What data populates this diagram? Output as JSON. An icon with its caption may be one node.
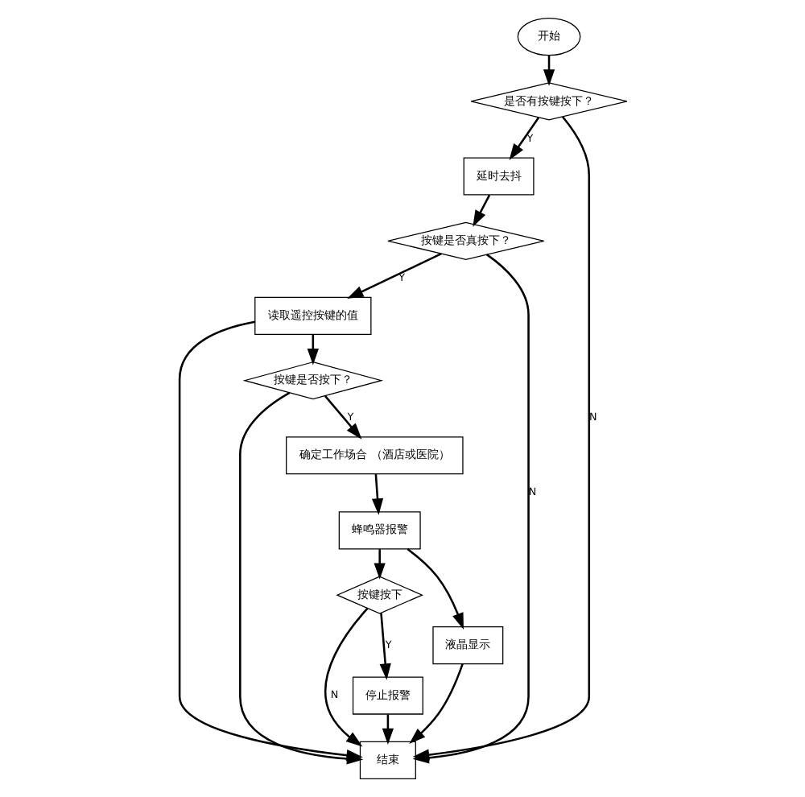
{
  "diagram": {
    "nodes": [
      {
        "text": [
          "开始"
        ]
      },
      {
        "text": [
          "是否有按键按下？"
        ]
      },
      {
        "text": [
          "延时去抖"
        ]
      },
      {
        "text": [
          "按键是否真按下？"
        ]
      },
      {
        "text": [
          "读取遥控按键的值"
        ]
      },
      {
        "text": [
          "结束"
        ]
      },
      {
        "text": [
          "按键是否按下？"
        ]
      },
      {
        "text": [
          "确定工作场合 （酒店或医院）"
        ]
      },
      {
        "text": [
          "蜂鸣器报警"
        ]
      },
      {
        "text": [
          "按键按下"
        ]
      },
      {
        "text": [
          "液晶显示"
        ]
      },
      {
        "text": [
          "停止报警"
        ]
      }
    ],
    "edges": [
      {
        "from": 0,
        "to": 1,
        "arrow": "to"
      },
      {
        "from": 1,
        "to": 5,
        "arrow": "to",
        "label": "N"
      },
      {
        "from": 1,
        "to": 2,
        "arrow": "to",
        "label": "Y"
      },
      {
        "from": 2,
        "to": 3,
        "arrow": "to"
      },
      {
        "from": 3,
        "to": 5,
        "arrow": "to",
        "label": "N"
      },
      {
        "from": 3,
        "to": 4,
        "arrow": "to",
        "label": "Y"
      },
      {
        "from": 4,
        "to": 5,
        "arrow": "to"
      },
      {
        "from": 4,
        "to": 6,
        "arrow": "to"
      },
      {
        "from": 6,
        "to": 5,
        "arrow": "to"
      },
      {
        "from": 6,
        "to": 7,
        "arrow": "to",
        "label": "Y"
      },
      {
        "from": 7,
        "to": 8,
        "arrow": "to"
      },
      {
        "from": 8,
        "to": 9,
        "arrow": "to"
      },
      {
        "from": 9,
        "to": 5,
        "arrow": "to",
        "label": "N"
      },
      {
        "from": 9,
        "to": 11,
        "arrow": "to",
        "label": "Y"
      },
      {
        "from": 8,
        "to": 10,
        "arrow": "to"
      },
      {
        "from": 10,
        "to": 5,
        "arrow": "to"
      },
      {
        "from": 11,
        "to": 5,
        "arrow": "to"
      }
    ]
  }
}
